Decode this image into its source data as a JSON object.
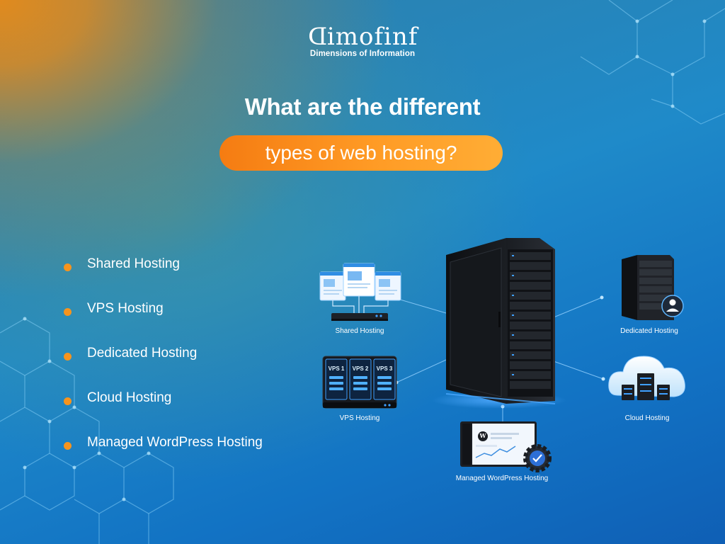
{
  "brand": {
    "logo_head": "D",
    "logo_rest": "imofinf",
    "tagline": "Dimensions of Information"
  },
  "headline": {
    "line1": "What are the different",
    "line2": "types of web hosting?"
  },
  "list": [
    "Shared Hosting",
    "VPS Hosting",
    "Dedicated Hosting",
    "Cloud Hosting",
    "Managed WordPress Hosting"
  ],
  "illustration": {
    "shared_label": "Shared Hosting",
    "vps_label": "VPS Hosting",
    "dedicated_label": "Dedicated Hosting",
    "cloud_label": "Cloud Hosting",
    "wordpress_label": "Managed WordPress Hosting",
    "vps_slots": [
      "VPS 1",
      "VPS 2",
      "VPS 3"
    ],
    "wp_mark": "W"
  },
  "icons": [
    "server-rack-icon",
    "web-pages-icon",
    "router-icon",
    "user-icon",
    "cloud-icon",
    "checkmark-gear-icon",
    "wordpress-icon"
  ],
  "colors": {
    "accent": "#f7941d",
    "pill": "#ff9b25",
    "background": "#1f8ac9",
    "text": "#ffffff"
  }
}
